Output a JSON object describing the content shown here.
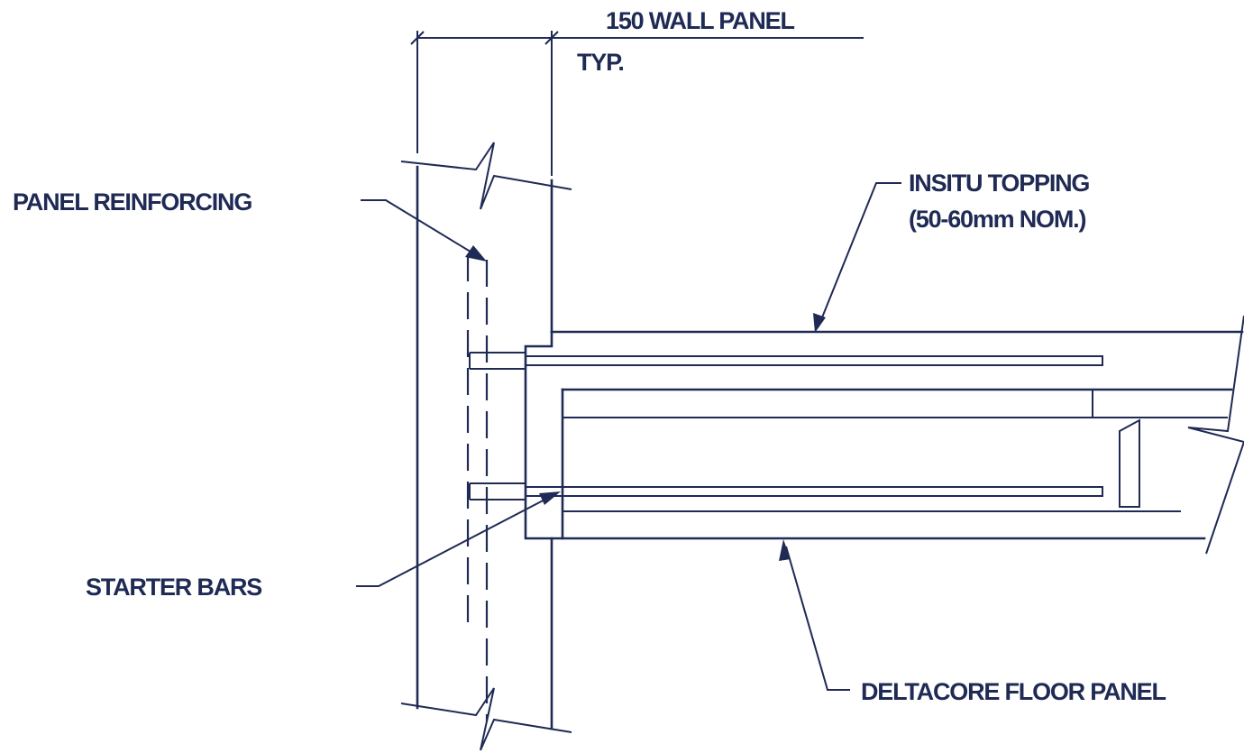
{
  "labels": {
    "dimension": "150 WALL PANEL",
    "typical": "TYP.",
    "panel_reinforcing": "PANEL REINFORCING",
    "insitu_topping_line1": "INSITU TOPPING",
    "insitu_topping_line2": "(50-60mm NOM.)",
    "starter_bars": "STARTER BARS",
    "floor_panel": "DELTACORE FLOOR PANEL"
  },
  "colors": {
    "line": "#1f2a55",
    "background": "#ffffff"
  }
}
